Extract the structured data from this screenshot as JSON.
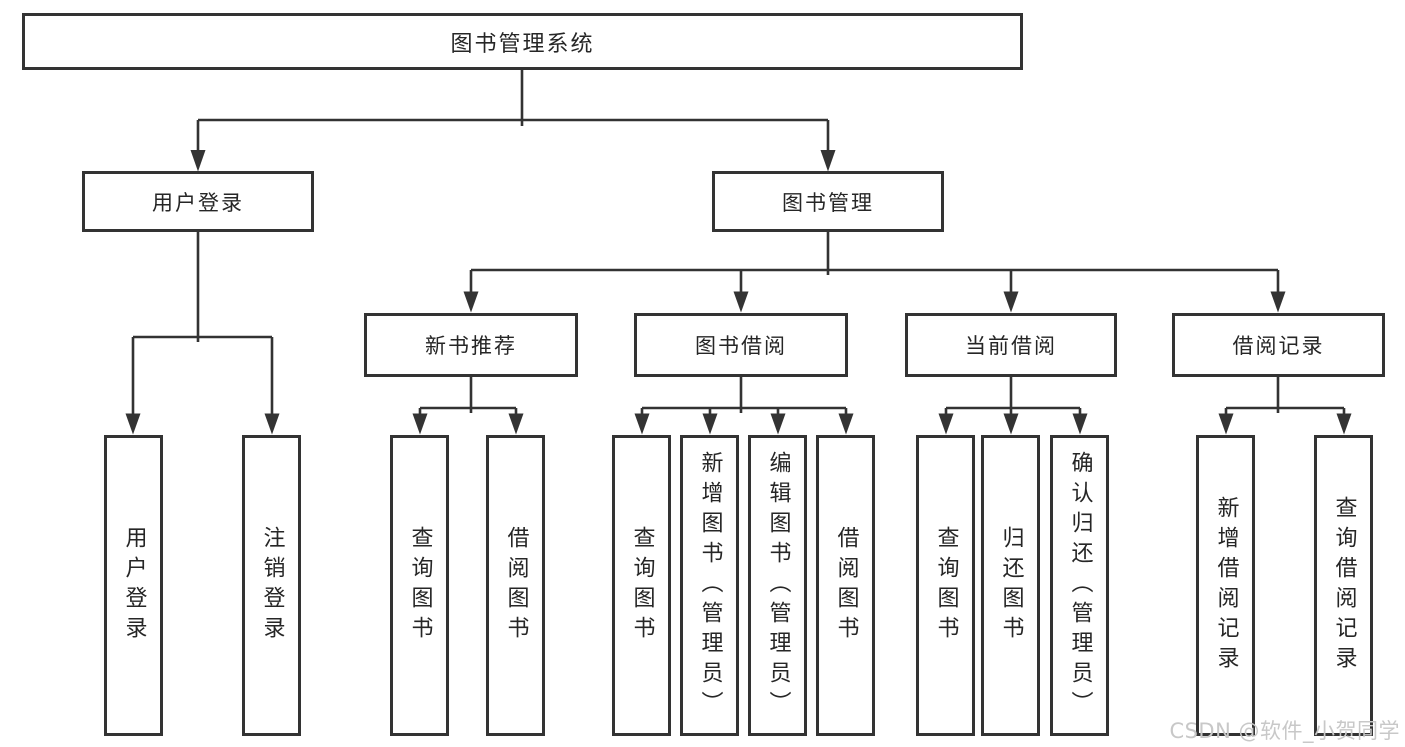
{
  "diagram": {
    "root": {
      "label": "图书管理系统"
    },
    "level2": [
      {
        "label": "用户登录"
      },
      {
        "label": "图书管理"
      }
    ],
    "level3": [
      {
        "label": "新书推荐"
      },
      {
        "label": "图书借阅"
      },
      {
        "label": "当前借阅"
      },
      {
        "label": "借阅记录"
      }
    ],
    "leaves": {
      "user_login": [
        {
          "label": "用户登录"
        },
        {
          "label": "注销登录"
        }
      ],
      "new_books": [
        {
          "label": "查询图书"
        },
        {
          "label": "借阅图书"
        }
      ],
      "book_borrow": [
        {
          "label": "查询图书"
        },
        {
          "label": "新增图书（管理员）"
        },
        {
          "label": "编辑图书（管理员）"
        },
        {
          "label": "借阅图书"
        }
      ],
      "current_borrow": [
        {
          "label": "查询图书"
        },
        {
          "label": "归还图书"
        },
        {
          "label": "确认归还（管理员）"
        }
      ],
      "borrow_records": [
        {
          "label": "新增借阅记录"
        },
        {
          "label": "查询借阅记录"
        }
      ]
    }
  },
  "watermark": {
    "text": "CSDN @软件_小贺同学"
  },
  "colors": {
    "line": "#333333",
    "text": "#262626",
    "box_bg": "#ffffff",
    "watermark": "#c8c8c8"
  }
}
